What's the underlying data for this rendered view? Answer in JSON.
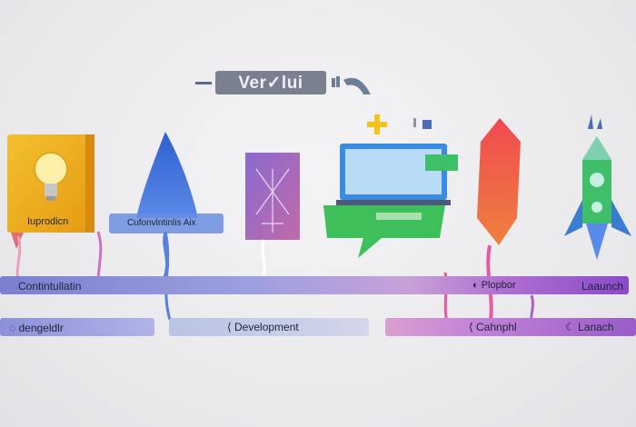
{
  "title": {
    "text": "Ver✓lui"
  },
  "stages": [
    {
      "label": "Iuprodicn",
      "icon": "lightbulb-icon"
    },
    {
      "label": "Cufonvlntinlis Aix",
      "icon": "sail-icon"
    },
    {
      "label": "",
      "icon": "blueprint-icon"
    },
    {
      "label": "",
      "icon": "laptop-icon"
    },
    {
      "label": "",
      "icon": "rocket-flame-icon"
    },
    {
      "label": "",
      "icon": "rocket-icon"
    }
  ],
  "top_track": {
    "left_label": "Contintullatin",
    "mid_label": "Plopbor",
    "right_label": "Laaunch"
  },
  "bottom_track": {
    "left_label": "dengeldlr",
    "mid_label": "Development",
    "right_mid_label": "Cahnphl",
    "right_label": "Lanach"
  },
  "colors": {
    "blue": "#5a7fd8",
    "purple": "#9a5cc8",
    "pink": "#e85aa0",
    "green": "#3fbf5a",
    "yellow": "#f0b020",
    "red": "#f04a50"
  }
}
